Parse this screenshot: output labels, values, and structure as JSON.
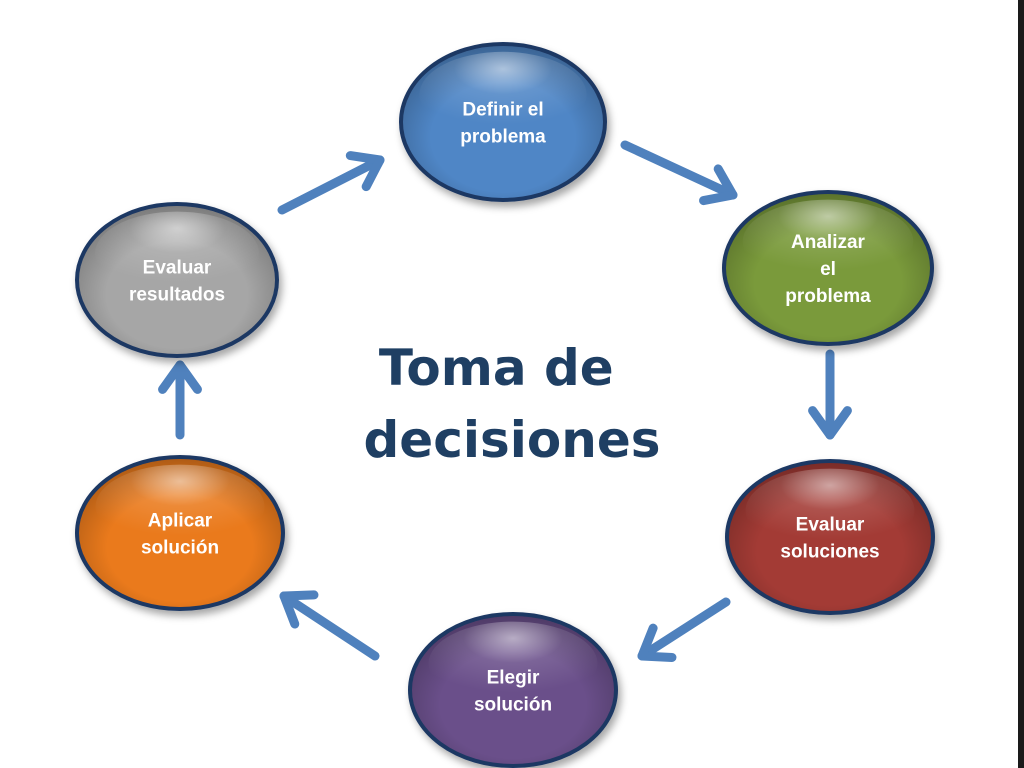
{
  "title": {
    "lines": [
      "Toma de",
      "decisiones"
    ]
  },
  "nodes": [
    {
      "id": "definir",
      "lines": [
        "Definir el",
        "problema"
      ],
      "color": "#4f86c6"
    },
    {
      "id": "analizar",
      "lines": [
        "Analizar",
        "el",
        "problema"
      ],
      "color": "#7a9a3a"
    },
    {
      "id": "evaluar-soluciones",
      "lines": [
        "Evaluar",
        "soluciones"
      ],
      "color": "#a33a36"
    },
    {
      "id": "elegir",
      "lines": [
        "Elegir",
        "solución"
      ],
      "color": "#6b4f8a"
    },
    {
      "id": "aplicar",
      "lines": [
        "Aplicar",
        "solución"
      ],
      "color": "#ea7a1e"
    },
    {
      "id": "evaluar-resultados",
      "lines": [
        "Evaluar",
        "resultados"
      ],
      "color": "#a6a6a6"
    }
  ],
  "colors": {
    "arrow": "#4f81bd",
    "title": "#1f3f63",
    "ring": "#1f3864"
  }
}
